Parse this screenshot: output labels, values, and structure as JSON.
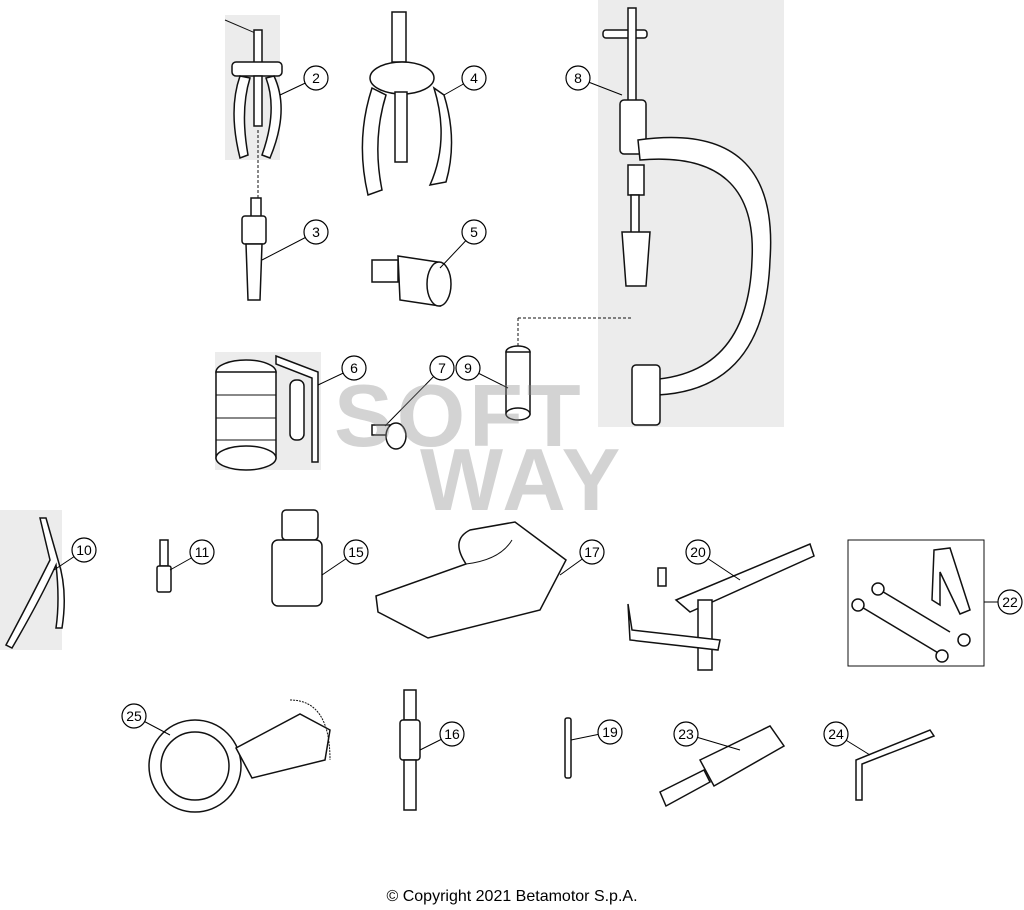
{
  "watermark": {
    "line1": "SOFT",
    "line2": "WAY"
  },
  "callouts": [
    "2",
    "3",
    "4",
    "5",
    "6",
    "7",
    "8",
    "9",
    "10",
    "11",
    "15",
    "16",
    "17",
    "19",
    "20",
    "22",
    "23",
    "24",
    "25"
  ],
  "copyright": "© Copyright 2021 Betamotor S.p.A."
}
